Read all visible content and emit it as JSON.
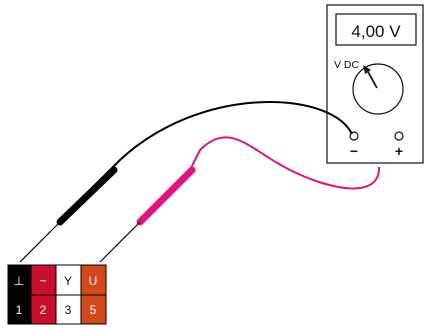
{
  "multimeter": {
    "display_value": "4,00 V",
    "mode_label": "V DC",
    "terminal_negative": "−",
    "terminal_positive": "+"
  },
  "connector": {
    "top_row": [
      "⊥",
      "~",
      "Y",
      "U"
    ],
    "bottom_row": [
      "1",
      "2",
      "3",
      "5"
    ],
    "colors": {
      "black": "#000000",
      "red": "#c8102e",
      "white": "#ffffff",
      "orange": "#d2491a"
    }
  },
  "leads": {
    "black_color": "#000000",
    "pink_color": "#e0157b"
  }
}
